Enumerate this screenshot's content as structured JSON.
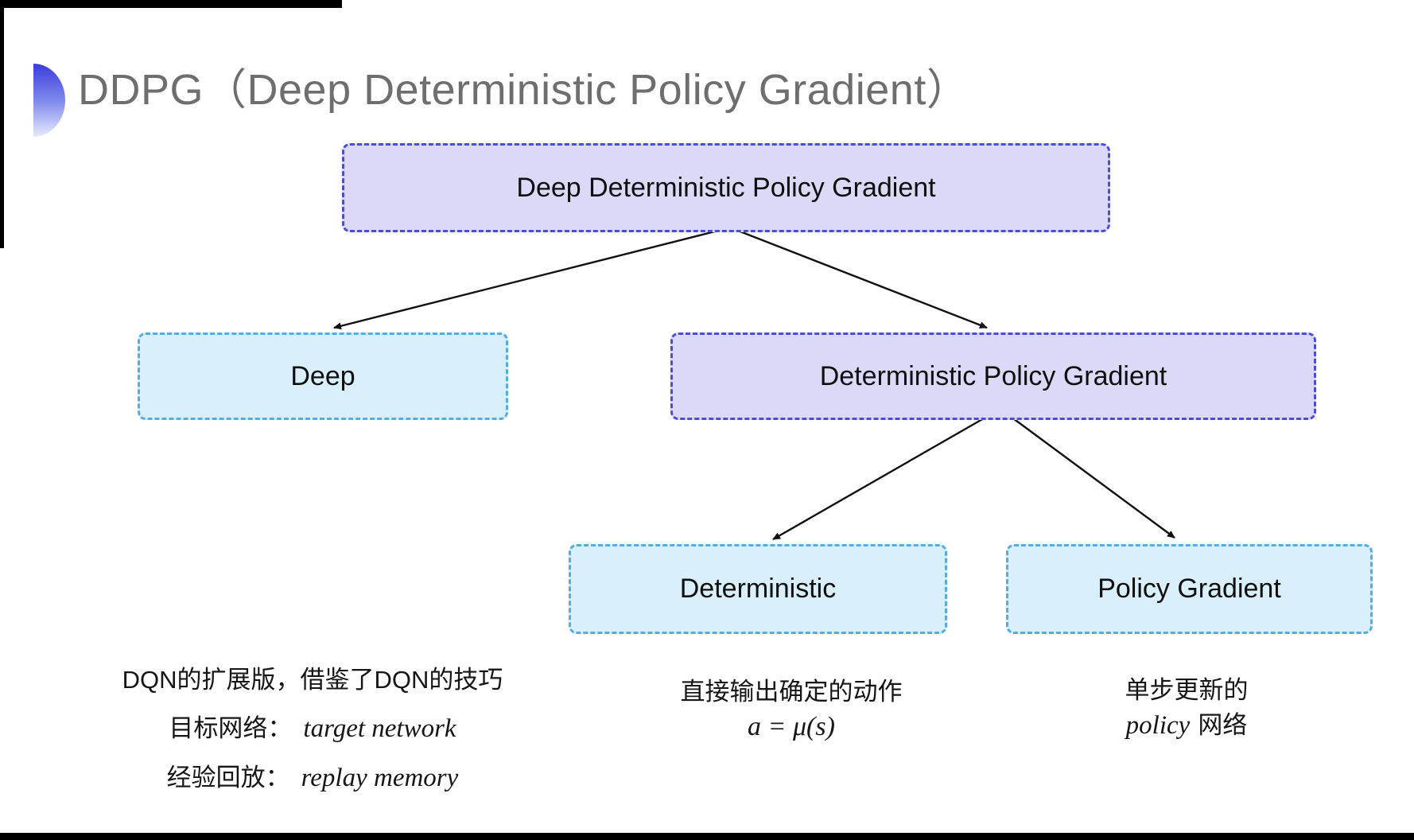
{
  "header": {
    "title": "DDPG（Deep Deterministic Policy Gradient）",
    "icon": "blue-half-disc-bullet"
  },
  "colors": {
    "purple_fill": "#dcd9f8",
    "purple_border": "#4d4dd1",
    "blue_fill": "#d9effb",
    "blue_border": "#54ade0",
    "title_gray": "#6e6e6e",
    "arrow": "#111111",
    "background": "#ffffff"
  },
  "nodes": {
    "root": {
      "label": "Deep Deterministic Policy Gradient"
    },
    "deep": {
      "label": "Deep"
    },
    "dpg": {
      "label": "Deterministic Policy Gradient"
    },
    "deterministic": {
      "label": "Deterministic"
    },
    "policy_gradient": {
      "label": "Policy Gradient"
    }
  },
  "annotations": {
    "deep": {
      "line1": "DQN的扩展版，借鉴了DQN的技巧",
      "line2_label": "目标网络：",
      "line2_term": "target network",
      "line3_label": "经验回放：",
      "line3_term": "replay memory"
    },
    "deterministic": {
      "line1": "直接输出确定的动作",
      "formula": "a = μ(s)"
    },
    "policy_gradient": {
      "line1": "单步更新的",
      "term": "policy",
      "suffix": "网络"
    }
  }
}
